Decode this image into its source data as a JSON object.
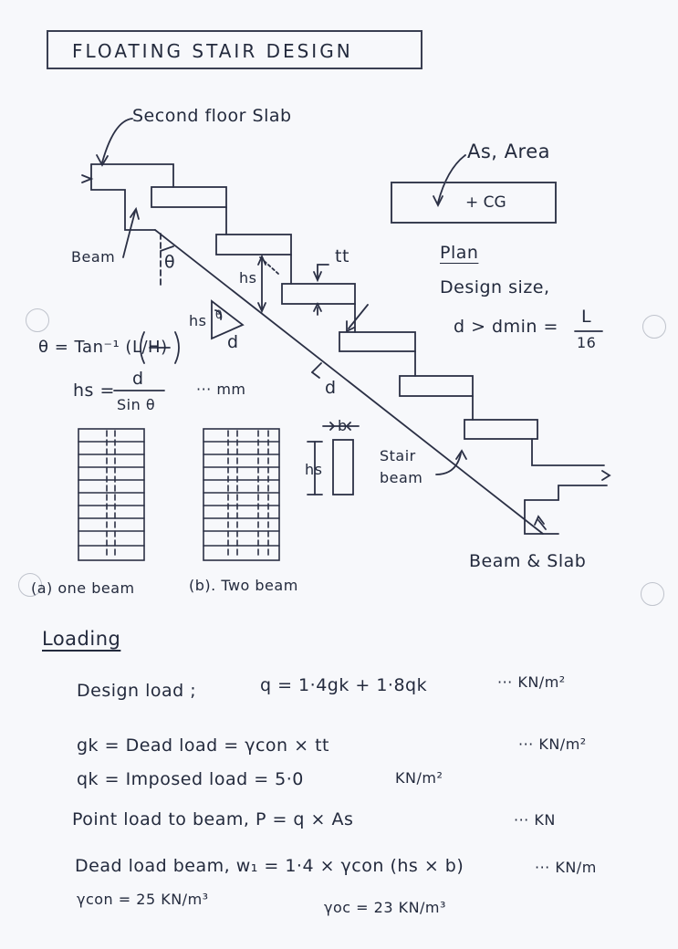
{
  "title": "FLOATING STAIR DESIGN",
  "figure": {
    "second_floor_slab": "Second floor Slab",
    "beam": "Beam",
    "theta": "θ",
    "hs": "hs",
    "tt": "tt",
    "d": "d",
    "as_area": "As, Area",
    "cg": "+ CG",
    "plan": "Plan",
    "design_size": "Design size,",
    "dmin_lhs": "d > dmin =",
    "dmin_num": "L",
    "dmin_den": "16",
    "theta_formula": "θ = Tan⁻¹ (L/H)",
    "hs_formula_lhs": "hs =",
    "hs_formula_num": "d",
    "hs_formula_den": "Sin θ",
    "hs_unit": "··· mm",
    "b": "b",
    "stair_beam": "Stair beam",
    "beam_slab": "Beam & Slab",
    "caption_a": "(a) one beam",
    "caption_b": "(b). Two beam"
  },
  "loading": {
    "heading": "Loading",
    "design_load_label": "Design load ;",
    "design_load_eq": "q = 1·4gk + 1·8qk",
    "design_load_unit": "··· KN/m²",
    "gk_line": "gk = Dead load = γcon × tt",
    "gk_unit": "··· KN/m²",
    "qk_line": "qk = Imposed load = 5·0",
    "qk_unit": "KN/m²",
    "point_load_line": "Point load to beam, P = q × As",
    "point_load_unit": "··· KN",
    "dead_load_beam_line": "Dead load beam, w₁ = 1·4 × γcon (hs × b)",
    "dead_load_beam_unit": "··· KN/m",
    "gamma_con": "γcon = 25 KN/m³",
    "gamma_oc": "γoc = 23 KN/m³"
  }
}
